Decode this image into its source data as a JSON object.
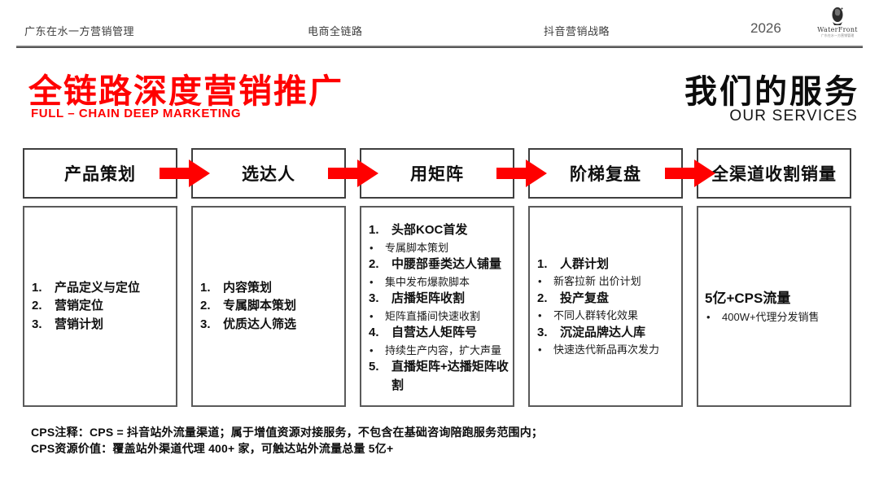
{
  "page": {
    "background": "#ffffff"
  },
  "header": {
    "company": "广东在水一方营销管理",
    "nav_ecommerce": "电商全链路",
    "nav_douyin": "抖音营销战略",
    "year": "2026",
    "logo_text": "WaterFront",
    "logo_tagline": "广东在水一方营销管理"
  },
  "title": {
    "main": "全链路深度营销推广",
    "subtitle": "FULL – CHAIN DEEP MARKETING",
    "accent_color": "#FF0000"
  },
  "services_title": {
    "main": "我们的服务",
    "subtitle": "OUR SERVICES"
  },
  "flow": {
    "arrow_color": "#FF0000",
    "steps": [
      {
        "header": "产品策划",
        "items": [
          {
            "style": "num",
            "marker": "1.",
            "text": "产品定义与定位"
          },
          {
            "style": "num",
            "marker": "2.",
            "text": "营销定位"
          },
          {
            "style": "num",
            "marker": "3.",
            "text": "营销计划"
          }
        ]
      },
      {
        "header": "选达人",
        "items": [
          {
            "style": "num",
            "marker": "1.",
            "text": "内容策划"
          },
          {
            "style": "num",
            "marker": "2.",
            "text": "专属脚本策划"
          },
          {
            "style": "num",
            "marker": "3.",
            "text": "优质达人筛选"
          }
        ]
      },
      {
        "header": "用矩阵",
        "items": [
          {
            "style": "num",
            "marker": "1.",
            "text": "头部KOC首发"
          },
          {
            "style": "sub",
            "marker": "•",
            "text": "专属脚本策划"
          },
          {
            "style": "num",
            "marker": "2.",
            "text": "中腰部垂类达人铺量"
          },
          {
            "style": "sub",
            "marker": "•",
            "text": "集中发布爆款脚本"
          },
          {
            "style": "num",
            "marker": "3.",
            "text": "店播矩阵收割"
          },
          {
            "style": "sub",
            "marker": "•",
            "text": "矩阵直播间快速收割"
          },
          {
            "style": "num",
            "marker": "4.",
            "text": "自营达人矩阵号"
          },
          {
            "style": "sub",
            "marker": "•",
            "text": "持续生产内容，扩大声量"
          },
          {
            "style": "num",
            "marker": "5.",
            "text": "直播矩阵+达播矩阵收割"
          }
        ]
      },
      {
        "header": "阶梯复盘",
        "items": [
          {
            "style": "num",
            "marker": "1.",
            "text": "人群计划"
          },
          {
            "style": "sub",
            "marker": "•",
            "text": "新客拉新 出价计划"
          },
          {
            "style": "num",
            "marker": "2.",
            "text": "投产复盘"
          },
          {
            "style": "sub",
            "marker": "•",
            "text": "不同人群转化效果"
          },
          {
            "style": "num",
            "marker": "3.",
            "text": "沉淀品牌达人库"
          },
          {
            "style": "sub",
            "marker": "•",
            "text": "快速迭代新品再次发力"
          }
        ]
      },
      {
        "header": "全渠道收割销量",
        "items": [
          {
            "style": "head",
            "marker": "",
            "text": "5亿+CPS流量"
          },
          {
            "style": "sub",
            "marker": "•",
            "text": "400W+代理分发销售"
          }
        ]
      }
    ]
  },
  "footnotes": [
    "CPS注释：CPS = 抖音站外流量渠道；属于增值资源对接服务，不包含在基础咨询陪跑服务范围内；",
    "CPS资源价值：覆盖站外渠道代理 400+ 家，可触达站外流量总量 5亿+"
  ]
}
